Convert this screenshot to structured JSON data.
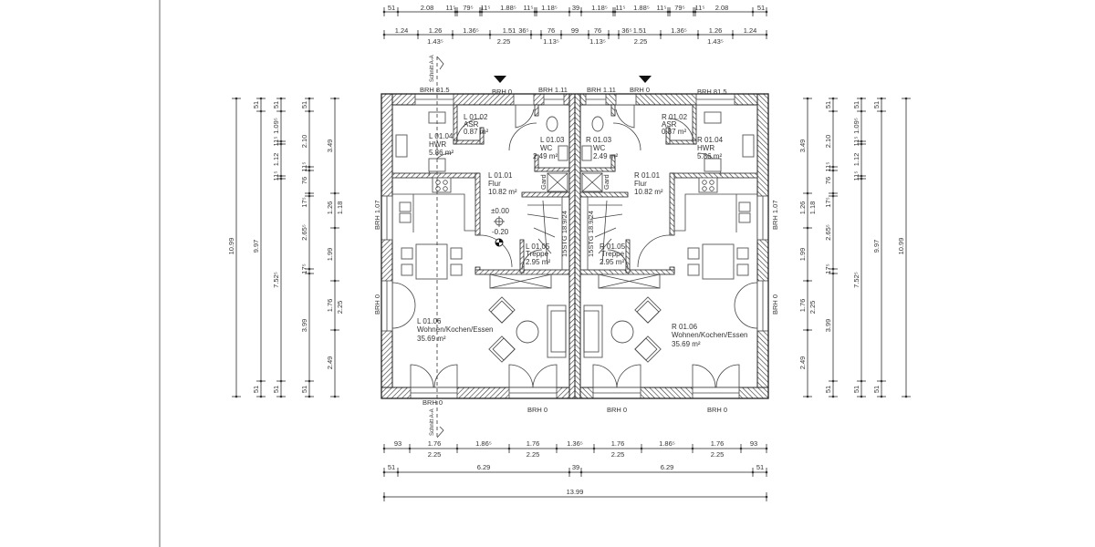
{
  "plan": {
    "section_marker": "Schnitt A-A",
    "level": "±0.00",
    "level_below": "-0.20",
    "brh_top": [
      "BRH 81.5",
      "BRH 0",
      "BRH 1.11",
      "BRH 1.11",
      "BRH 0",
      "BRH 81.5"
    ],
    "brh_side_left": [
      "BRH 1.07",
      "BRH 0"
    ],
    "brh_side_right": [
      "BRH 1.07",
      "BRH 0"
    ],
    "brh_bottom": [
      "BRH 0",
      "BRH 0",
      "BRH 0",
      "BRH 0"
    ],
    "stair_left": "15STG 18.9/24",
    "stair_right": "15STG 18.9/24",
    "wardrobe": "Gard",
    "rooms_left": [
      {
        "id": "L 01.01",
        "name": "Flur",
        "area": "10.82 m²"
      },
      {
        "id": "L 01.02",
        "name": "ASR",
        "area": "0.87 m²"
      },
      {
        "id": "L 01.03",
        "name": "WC",
        "area": "2.49 m²"
      },
      {
        "id": "L 01.04",
        "name": "HWR",
        "area": "5.86 m²"
      },
      {
        "id": "L 01.05",
        "name": "Treppe",
        "area": "2.95 m²"
      },
      {
        "id": "L 01.06",
        "name": "Wohnen/Kochen/Essen",
        "area": "35.69 m²"
      }
    ],
    "rooms_right": [
      {
        "id": "R 01.01",
        "name": "Flur",
        "area": "10.82 m²"
      },
      {
        "id": "R 01.02",
        "name": "ASR",
        "area": "0.87 m²"
      },
      {
        "id": "R 01.03",
        "name": "WC",
        "area": "2.49 m²"
      },
      {
        "id": "R 01.04",
        "name": "HWR",
        "area": "5.86 m²"
      },
      {
        "id": "R 01.05",
        "name": "Treppe",
        "area": "2.95 m²"
      },
      {
        "id": "R 01.06",
        "name": "Wohnen/Kochen/Essen",
        "area": "35.69 m²"
      }
    ]
  },
  "dims": {
    "top_row1": [
      "51",
      "2.08",
      "11⁵",
      "79⁵",
      "11⁵",
      "1.88⁵",
      "11⁵",
      "1.18⁵",
      "39",
      "1.18⁵",
      "11⁵",
      "1.88⁵",
      "11⁵",
      "79⁵",
      "11⁵",
      "2.08",
      "51"
    ],
    "top_row2_upper": [
      "1.24",
      "1.26",
      "1.36⁵",
      "1.51",
      "36⁵",
      "76",
      "99",
      "76",
      "36⁵",
      "1.51",
      "1.36⁵",
      "1.26",
      "1.24"
    ],
    "top_row2_lower": [
      "1.43⁵",
      "2.25",
      "1.13⁵",
      "1.13⁵",
      "2.25",
      "1.43⁵"
    ],
    "bottom_row1_upper": [
      "93",
      "1.76",
      "1.86⁵",
      "1.76",
      "1.36⁵",
      "1.76",
      "1.86⁵",
      "1.76",
      "93"
    ],
    "bottom_row1_lower": [
      "2.25",
      "2.25",
      "2.25",
      "2.25"
    ],
    "bottom_row2": [
      "51",
      "6.29",
      "39",
      "6.29",
      "51"
    ],
    "bottom_total": "13.99",
    "side_col1": [
      "10.99"
    ],
    "side_col2": [
      "51",
      "9.97",
      "51"
    ],
    "side_col3": [
      "51",
      "1.09⁵",
      "11⁵",
      "1.12",
      "11⁵",
      "7.52⁵",
      "51"
    ],
    "side_col4": [
      "51",
      "2.10",
      "11⁵",
      "76",
      "17⁵",
      "2.65⁵",
      "17⁵",
      "3.99",
      "51"
    ],
    "side_col5": [
      "3.49",
      "1.26",
      "1.99",
      "1.76",
      "2.49"
    ],
    "side_col5_inner": [
      "1.18",
      "2.25"
    ]
  }
}
